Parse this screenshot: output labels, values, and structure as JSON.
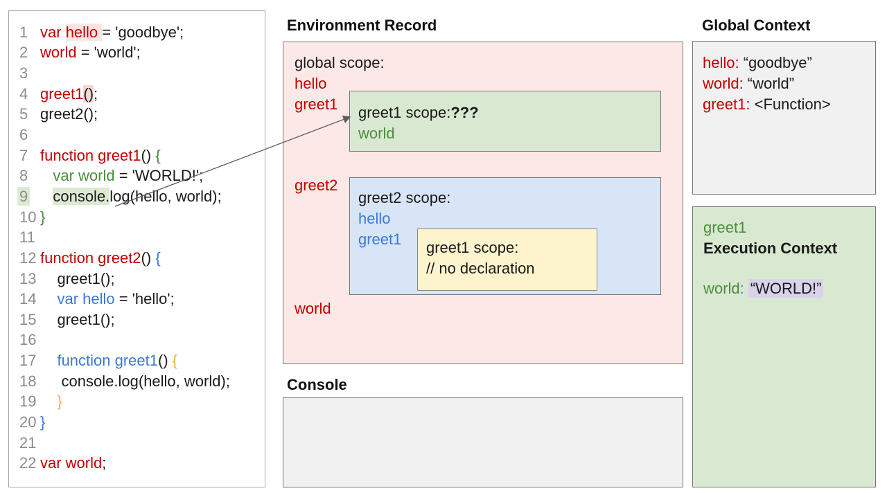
{
  "colors": {
    "syntax_red": "#c00000",
    "syntax_green": "#4a8c3c",
    "syntax_blue": "#3c78d8",
    "syntax_orange": "#eab232",
    "pink_fill": "#fce9e7",
    "green_fill": "#d9e9d1",
    "blue_fill": "#d8e5f6",
    "yellow_fill": "#fdf3cd",
    "gray_fill": "#f1f1f1",
    "purple_highlight": "#d9d2e9"
  },
  "code_panel": {
    "lines": [
      {
        "num": "1",
        "tokens": [
          {
            "t": "var ",
            "c": "r"
          },
          {
            "t": "hello ",
            "c": "r",
            "h": "pinkSoft"
          },
          {
            "t": "= 'goodbye';",
            "c": "k"
          }
        ]
      },
      {
        "num": "2",
        "tokens": [
          {
            "t": "world",
            "c": "r"
          },
          {
            "t": " = 'world';",
            "c": "k"
          }
        ]
      },
      {
        "num": "3",
        "tokens": []
      },
      {
        "num": "4",
        "tokens": [
          {
            "t": "greet1",
            "c": "r"
          },
          {
            "t": "()",
            "c": "k",
            "h": "pink"
          },
          {
            "t": ";",
            "c": "k"
          }
        ]
      },
      {
        "num": "5",
        "tokens": [
          {
            "t": "greet2();",
            "c": "k"
          }
        ]
      },
      {
        "num": "6",
        "tokens": []
      },
      {
        "num": "7",
        "tokens": [
          {
            "t": "function greet1",
            "c": "r"
          },
          {
            "t": "() ",
            "c": "k"
          },
          {
            "t": "{",
            "c": "g"
          }
        ]
      },
      {
        "num": "8",
        "tokens": [
          {
            "t": "   ",
            "c": "k"
          },
          {
            "t": "var world",
            "c": "g"
          },
          {
            "t": " = 'WORLD!';",
            "c": "k"
          }
        ]
      },
      {
        "num": "9",
        "num_hl": "green",
        "tokens": [
          {
            "t": "   ",
            "c": "k"
          },
          {
            "t": "console.",
            "c": "k",
            "h": "green"
          },
          {
            "t": "log(hello, world);",
            "c": "k"
          }
        ]
      },
      {
        "num": "10",
        "tokens": [
          {
            "t": "}",
            "c": "g"
          }
        ]
      },
      {
        "num": "11",
        "tokens": []
      },
      {
        "num": "12",
        "tokens": [
          {
            "t": "function greet2",
            "c": "r"
          },
          {
            "t": "() ",
            "c": "k"
          },
          {
            "t": "{",
            "c": "b"
          }
        ]
      },
      {
        "num": "13",
        "tokens": [
          {
            "t": "    greet1();",
            "c": "k"
          }
        ]
      },
      {
        "num": "14",
        "tokens": [
          {
            "t": "    ",
            "c": "k"
          },
          {
            "t": "var hello",
            "c": "b"
          },
          {
            "t": " = 'hello';",
            "c": "k"
          }
        ]
      },
      {
        "num": "15",
        "tokens": [
          {
            "t": "    greet1();",
            "c": "k"
          }
        ]
      },
      {
        "num": "16",
        "tokens": []
      },
      {
        "num": "17",
        "tokens": [
          {
            "t": "    ",
            "c": "k"
          },
          {
            "t": "function greet1",
            "c": "b"
          },
          {
            "t": "() ",
            "c": "k"
          },
          {
            "t": "{",
            "c": "o"
          }
        ]
      },
      {
        "num": "18",
        "tokens": [
          {
            "t": "     console.log(hello, world);",
            "c": "k"
          }
        ]
      },
      {
        "num": "19",
        "tokens": [
          {
            "t": "    ",
            "c": "k"
          },
          {
            "t": "}",
            "c": "o"
          }
        ]
      },
      {
        "num": "20",
        "tokens": [
          {
            "t": "}",
            "c": "b"
          }
        ]
      },
      {
        "num": "21",
        "tokens": []
      },
      {
        "num": "22",
        "tokens": [
          {
            "t": "var world",
            "c": "r"
          },
          {
            "t": ";",
            "c": "k"
          }
        ]
      }
    ]
  },
  "environment_record": {
    "title": "Environment Record",
    "global_label": "global scope:",
    "var_hello": "hello",
    "var_greet1": "greet1",
    "var_greet2": "greet2",
    "var_world": "world",
    "greet1_scope": {
      "label": "greet1 scope:",
      "question": "???",
      "var_world": "world"
    },
    "greet2_scope": {
      "label": "greet2 scope:",
      "var_hello": "hello",
      "var_greet1": "greet1",
      "greet1_inner": {
        "label": "greet1 scope:",
        "comment": "// no declaration"
      }
    }
  },
  "console": {
    "title": "Console"
  },
  "global_context": {
    "title": "Global Context",
    "entries": [
      {
        "key": "hello:",
        "value": "“goodbye”"
      },
      {
        "key": "world:",
        "value": "“world”"
      },
      {
        "key": "greet1:",
        "value": "<Function>"
      }
    ]
  },
  "execution_context": {
    "name": "greet1",
    "title": "Execution Context",
    "key": "world",
    "colon": ":",
    "value": "“WORLD!”"
  }
}
